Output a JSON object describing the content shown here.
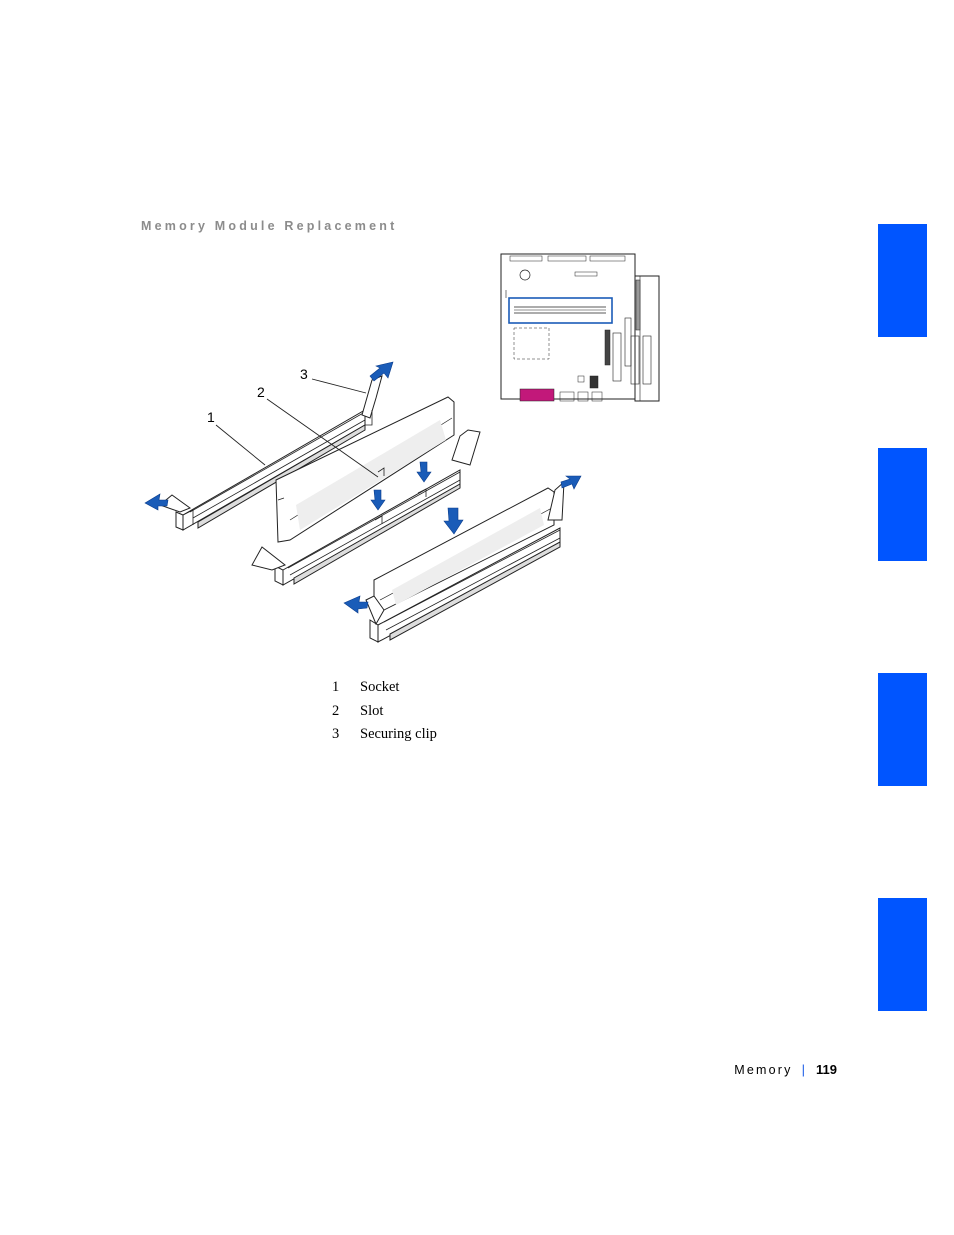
{
  "section_heading": "Memory Module Replacement",
  "figure": {
    "callouts": [
      "1",
      "2",
      "3"
    ],
    "legend": [
      {
        "number": "1",
        "label": "Socket"
      },
      {
        "number": "2",
        "label": "Slot"
      },
      {
        "number": "3",
        "label": "Securing clip"
      }
    ]
  },
  "footer": {
    "section": "Memory",
    "separator": "|",
    "page_number": "119"
  },
  "colors": {
    "accent": "#0055ff",
    "arrow": "#1a5cb8",
    "heading": "#8c8c8c"
  }
}
